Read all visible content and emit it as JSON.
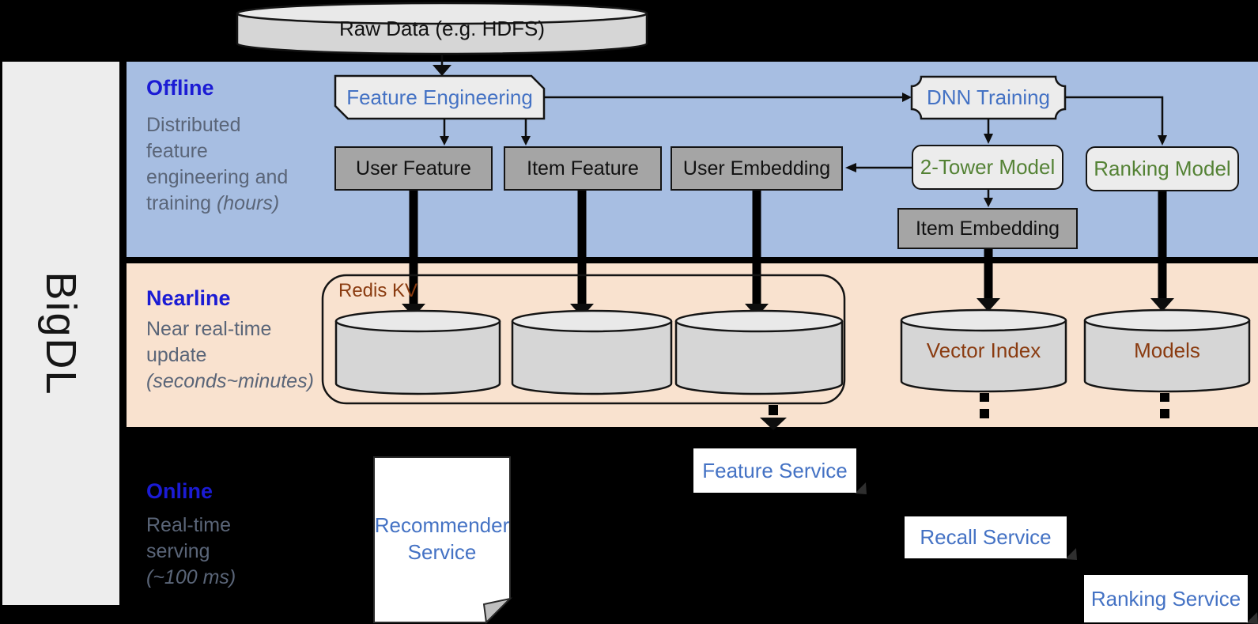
{
  "app": {
    "title": "BigDL"
  },
  "sections": {
    "offline": {
      "label": "Offline",
      "line1": "Distributed",
      "line2": "feature",
      "line3": "engineering and",
      "line4": "training",
      "line4_italic": "(hours)"
    },
    "nearline": {
      "label": "Nearline",
      "line1": "Near real-time",
      "line2": "update",
      "line3_italic": "(seconds~minutes)"
    },
    "online": {
      "label": "Online",
      "line1": "Real-time",
      "line2": "serving",
      "line3_italic": "(~100 ms)"
    }
  },
  "nodes": {
    "raw_data": "Raw Data (e.g. HDFS)",
    "feature_engineering": "Feature Engineering",
    "dnn_training": "DNN Training",
    "user_feature": "User Feature",
    "item_feature": "Item Feature",
    "user_embedding": "User Embedding",
    "two_tower_model": "2-Tower Model",
    "ranking_model": "Ranking Model",
    "item_embedding": "Item Embedding",
    "redis_kv": "Redis KV",
    "vector_index": "Vector Index",
    "models": "Models",
    "recommender_service": "Recommender Service",
    "feature_service": "Feature Service",
    "recall_service": "Recall Service",
    "ranking_service": "Ranking Service"
  },
  "colors": {
    "band_offline": "#A7BEE2",
    "band_nearline": "#F9E2CF",
    "sidebar_fill": "#EDEDED",
    "section_label": "#1B1BD4",
    "section_desc": "#5A6578",
    "node_text_blue": "#4472C4",
    "node_text_green": "#548235",
    "node_text_brown": "#8A3B10",
    "node_light_fill": "#ECECEC",
    "node_gray_fill": "#A5A5A5",
    "cylinder_fill": "#D6D6D6"
  }
}
